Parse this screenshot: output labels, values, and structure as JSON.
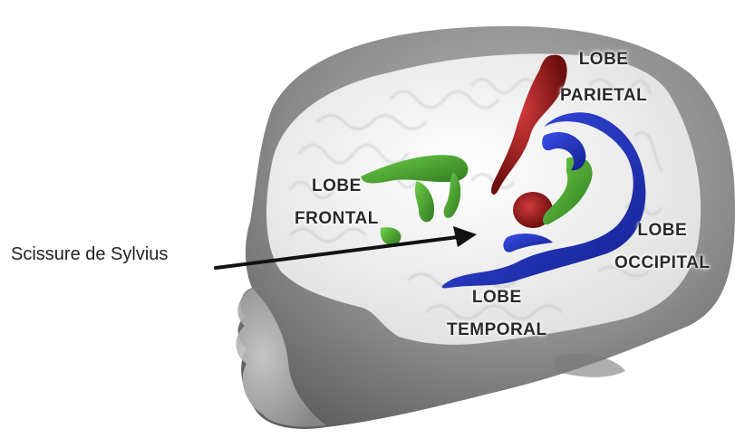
{
  "labels": {
    "parietal": [
      "LOBE",
      "PARIETAL"
    ],
    "frontal": [
      "LOBE",
      "FRONTAL"
    ],
    "occipital": [
      "LOBE",
      "OCCIPITAL"
    ],
    "temporal": [
      "LOBE",
      "TEMPORAL"
    ],
    "sylvius": "Scissure de Sylvius"
  },
  "colors": {
    "head": "#8f8f8f",
    "cortex": "#f2f2f2",
    "sulcus_parietal": "#9b1c1c",
    "sulcus_frontal": "#3f9a2a",
    "sulcus_temporal": "#1f2fb8",
    "arrow": "#111111"
  }
}
